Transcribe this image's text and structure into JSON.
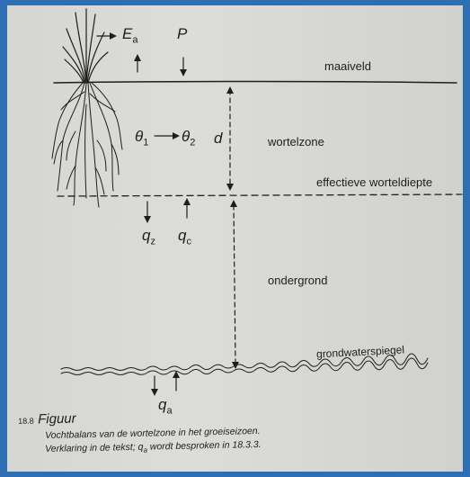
{
  "diagram": {
    "symbols": {
      "evaporation": "E",
      "evaporation_sub": "a",
      "precipitation": "P",
      "theta1": "θ",
      "theta1_sub": "1",
      "theta2": "θ",
      "theta2_sub": "2",
      "depth": "d",
      "qz": "q",
      "qz_sub": "z",
      "qc": "q",
      "qc_sub": "c",
      "qa": "q",
      "qa_sub": "a"
    },
    "layers": {
      "surface": "maaiveld",
      "root_zone": "wortelzone",
      "root_depth": "effectieve worteldiepte",
      "subsoil": "ondergrond",
      "water_table": "grondwaterspiegel"
    }
  },
  "caption": {
    "number": "18.8",
    "title": "Figuur",
    "line1": "Vochtbalans van de wortelzone in het groeiseizoen.",
    "line2_a": "Verklaring in de tekst; q",
    "line2_sub": "a",
    "line2_b": " wordt besproken in 18.3.3."
  },
  "colors": {
    "frame": "#2e6fb4",
    "paper": "#dcdcd8",
    "ink": "#1e1e1e"
  }
}
